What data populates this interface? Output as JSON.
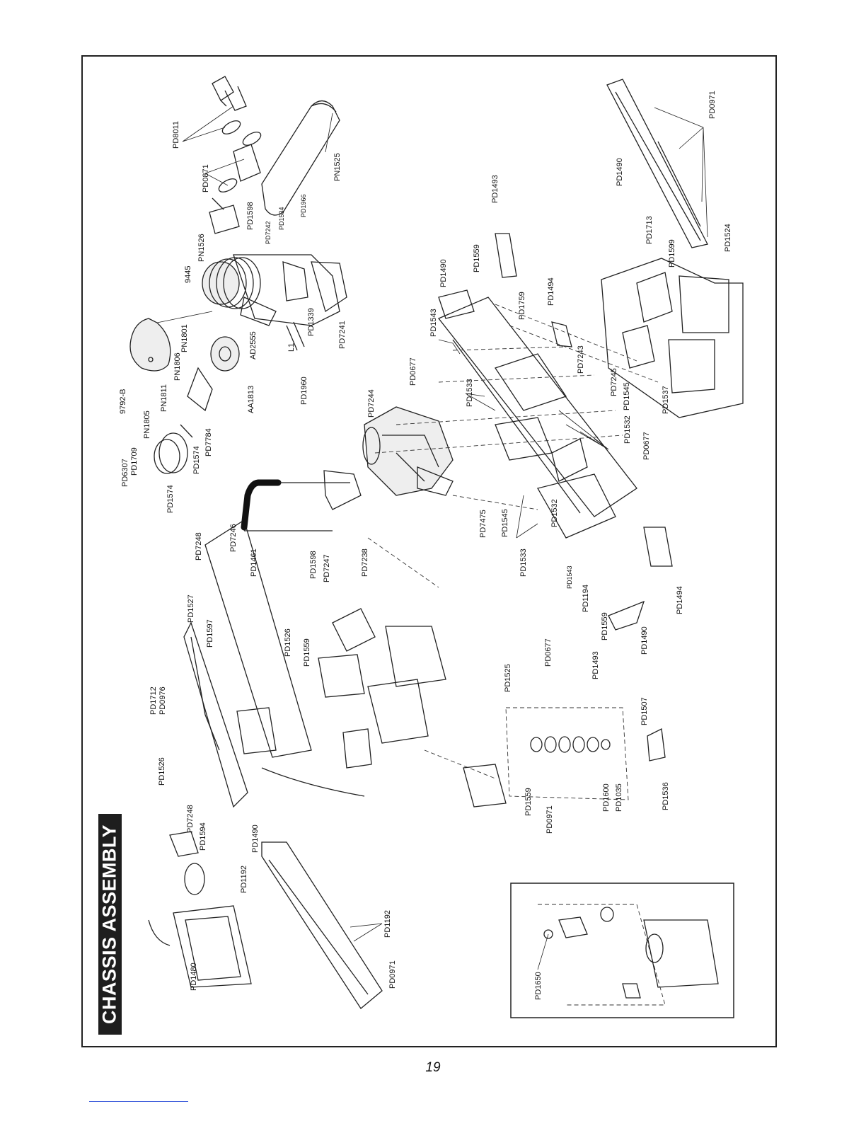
{
  "page": {
    "title": "CHASSIS ASSEMBLY",
    "page_number": "19"
  },
  "labels": {
    "top_exhaust": [
      "PD8011",
      "PD0871",
      "PN1525",
      "PD1598",
      "PD1534",
      "PD1966",
      "PD7242",
      "PN1526",
      "9445",
      "PD1339",
      "L1",
      "PD7241",
      "AD2555",
      "PD1960",
      "PN1801",
      "PN1806",
      "AA1813",
      "9792-B",
      "PN1811",
      "PD7784",
      "PN1805",
      "PD1574",
      "PD6307",
      "PD1709",
      "PD1574"
    ],
    "center": [
      "PD1490",
      "PD1493",
      "PD1559",
      "PD1543",
      "PD1759",
      "PD1494",
      "PD0677",
      "PD1533",
      "PD7244",
      "PD7243",
      "PD7245",
      "PD1545",
      "PD1532",
      "PD0677",
      "PD7475",
      "PD1545",
      "PD1532",
      "PD1533",
      "PD7238",
      "PD7246",
      "PD7247",
      "PD1598",
      "PD1461",
      "PD7248",
      "PD1543",
      "PD1194",
      "PD1559",
      "PD1490",
      "PD1494",
      "PD0677",
      "PD1493"
    ],
    "right_side": [
      "PD0971",
      "PD1490",
      "PD1524",
      "PD1713",
      "PD1599",
      "PD1537"
    ],
    "left_linkage": [
      "PD1527",
      "PD1597",
      "PD1526",
      "PD1559",
      "PD1712",
      "PD0976",
      "PD1526"
    ],
    "bottom_right": [
      "PD1525",
      "PD1507",
      "PD1600",
      "PD1035",
      "PD1536",
      "PD0971",
      "PD1559"
    ],
    "fuel_tank": [
      "PD7248",
      "PD1594",
      "PD1490",
      "PD1192",
      "PD1192",
      "PD0971",
      "PD1480"
    ],
    "inset": [
      "PD1650"
    ]
  }
}
